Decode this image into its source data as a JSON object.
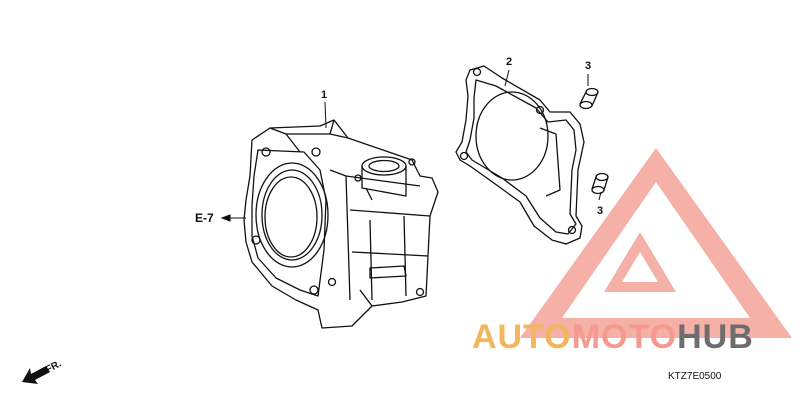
{
  "callouts": {
    "cylinder": "1",
    "gasket": "2",
    "dowel_top": "3",
    "dowel_bottom": "3"
  },
  "reference": {
    "section_ref": "E-7",
    "front_label": "FR.",
    "diagram_code": "KTZ7E0500"
  },
  "watermark": {
    "part_a": "AUTO",
    "part_b": "MOTO",
    "part_c": "HUB",
    "colors": {
      "triangle": "#f4a398",
      "text_a": "#f2b65e",
      "text_b": "#f49a8e",
      "text_c": "#6d6d6d"
    }
  },
  "icons": [
    "front-arrow-icon",
    "reference-arrow-icon"
  ]
}
